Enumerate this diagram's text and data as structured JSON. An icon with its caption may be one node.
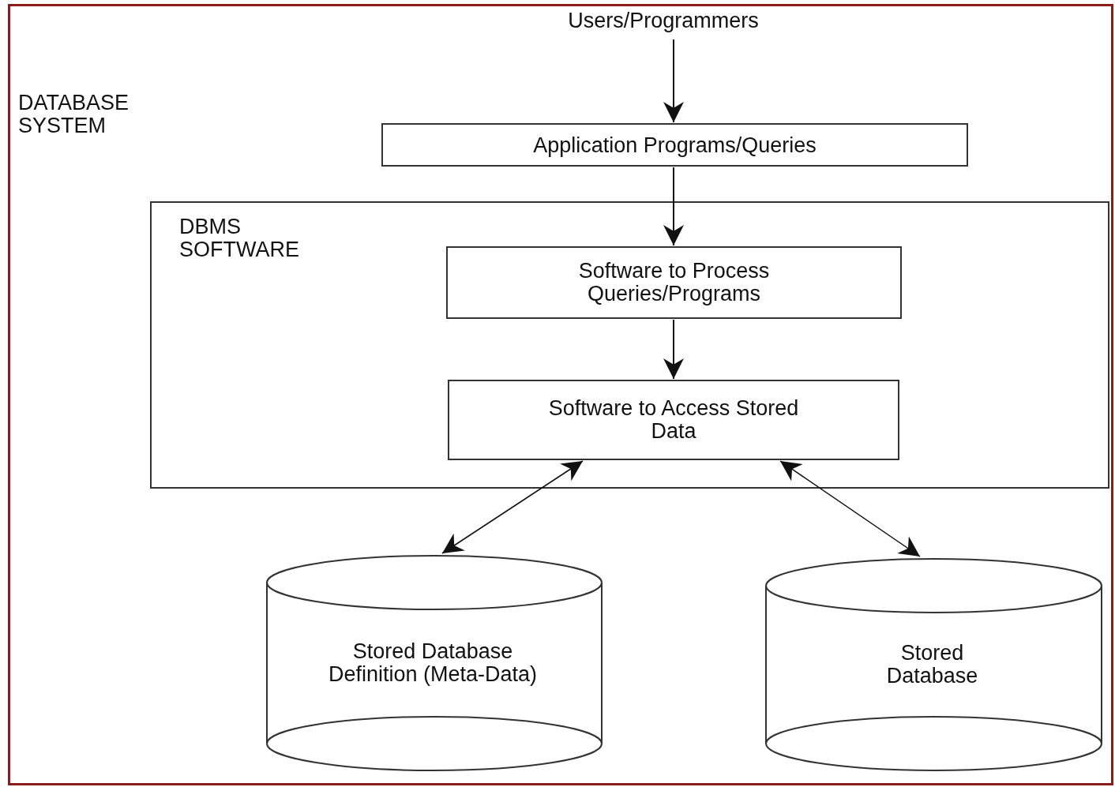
{
  "diagram": {
    "nodes": [
      {
        "text": [
          "DATABASE SYSTEM"
        ]
      },
      {
        "text": [
          "Users/Programmers"
        ],
        "in": 0
      },
      {
        "text": [
          "Application Programs/Queries"
        ],
        "in": 0
      },
      {
        "text": [
          "DBMS SOFTWARE"
        ],
        "in": 0
      },
      {
        "text": [
          "Software to Process Queries/Programs"
        ],
        "in": 3
      },
      {
        "text": [
          "Software to Access Stored Data"
        ],
        "in": 3
      },
      {
        "text": [
          "Stored Database Definition (Meta-Data)"
        ],
        "in": 0
      },
      {
        "text": [
          "Stored Database"
        ],
        "in": 0
      }
    ],
    "edges": [
      {
        "from": 1,
        "to": 2,
        "arrow": "to"
      },
      {
        "from": 2,
        "to": 4,
        "arrow": "to"
      },
      {
        "from": 4,
        "to": 5,
        "arrow": "to"
      },
      {
        "from": 5,
        "to": 6,
        "arrow": "both"
      },
      {
        "from": 5,
        "to": 7,
        "arrow": "both"
      }
    ]
  }
}
